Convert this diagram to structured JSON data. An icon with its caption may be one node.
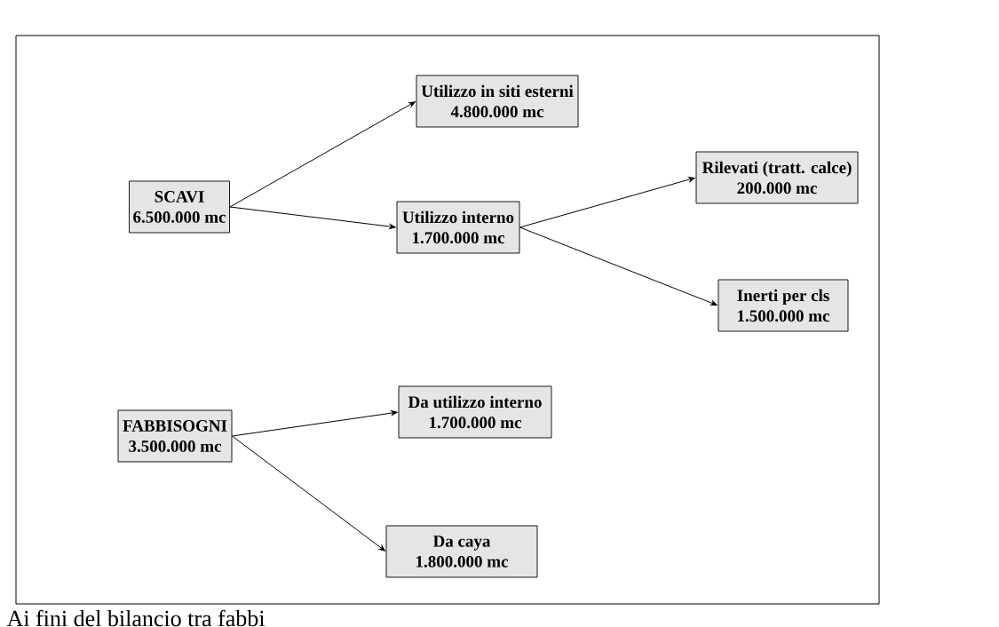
{
  "diagram": {
    "nodes": [
      {
        "text": [
          "SCAVI",
          "6.500.000 mc"
        ]
      },
      {
        "text": [
          "Utilizzo in siti esterni",
          "4.800.000 mc"
        ]
      },
      {
        "text": [
          "Utilizzo interno",
          "1.700.000 mc"
        ]
      },
      {
        "text": [
          "Rilevati (tratt. calce)",
          "200.000 mc"
        ]
      },
      {
        "text": [
          "Inerti per cls",
          "1.500.000 mc"
        ]
      },
      {
        "text": [
          "FABBISOGNI",
          "3.500.000 mc"
        ]
      },
      {
        "text": [
          "Da utilizzo interno",
          "1.700.000 mc"
        ]
      },
      {
        "text": [
          "Da caya",
          "1.800.000 mc"
        ]
      }
    ],
    "edges": [
      {
        "from": 0,
        "to": 1,
        "arrow": "to"
      },
      {
        "from": 0,
        "to": 2,
        "arrow": "to"
      },
      {
        "from": 2,
        "to": 3,
        "arrow": "to"
      },
      {
        "from": 2,
        "to": 4,
        "arrow": "to"
      },
      {
        "from": 5,
        "to": 6,
        "arrow": "to"
      },
      {
        "from": 5,
        "to": 7,
        "arrow": "to"
      }
    ],
    "labels": [
      "Ai fini del bilancio tra fabbi"
    ]
  }
}
